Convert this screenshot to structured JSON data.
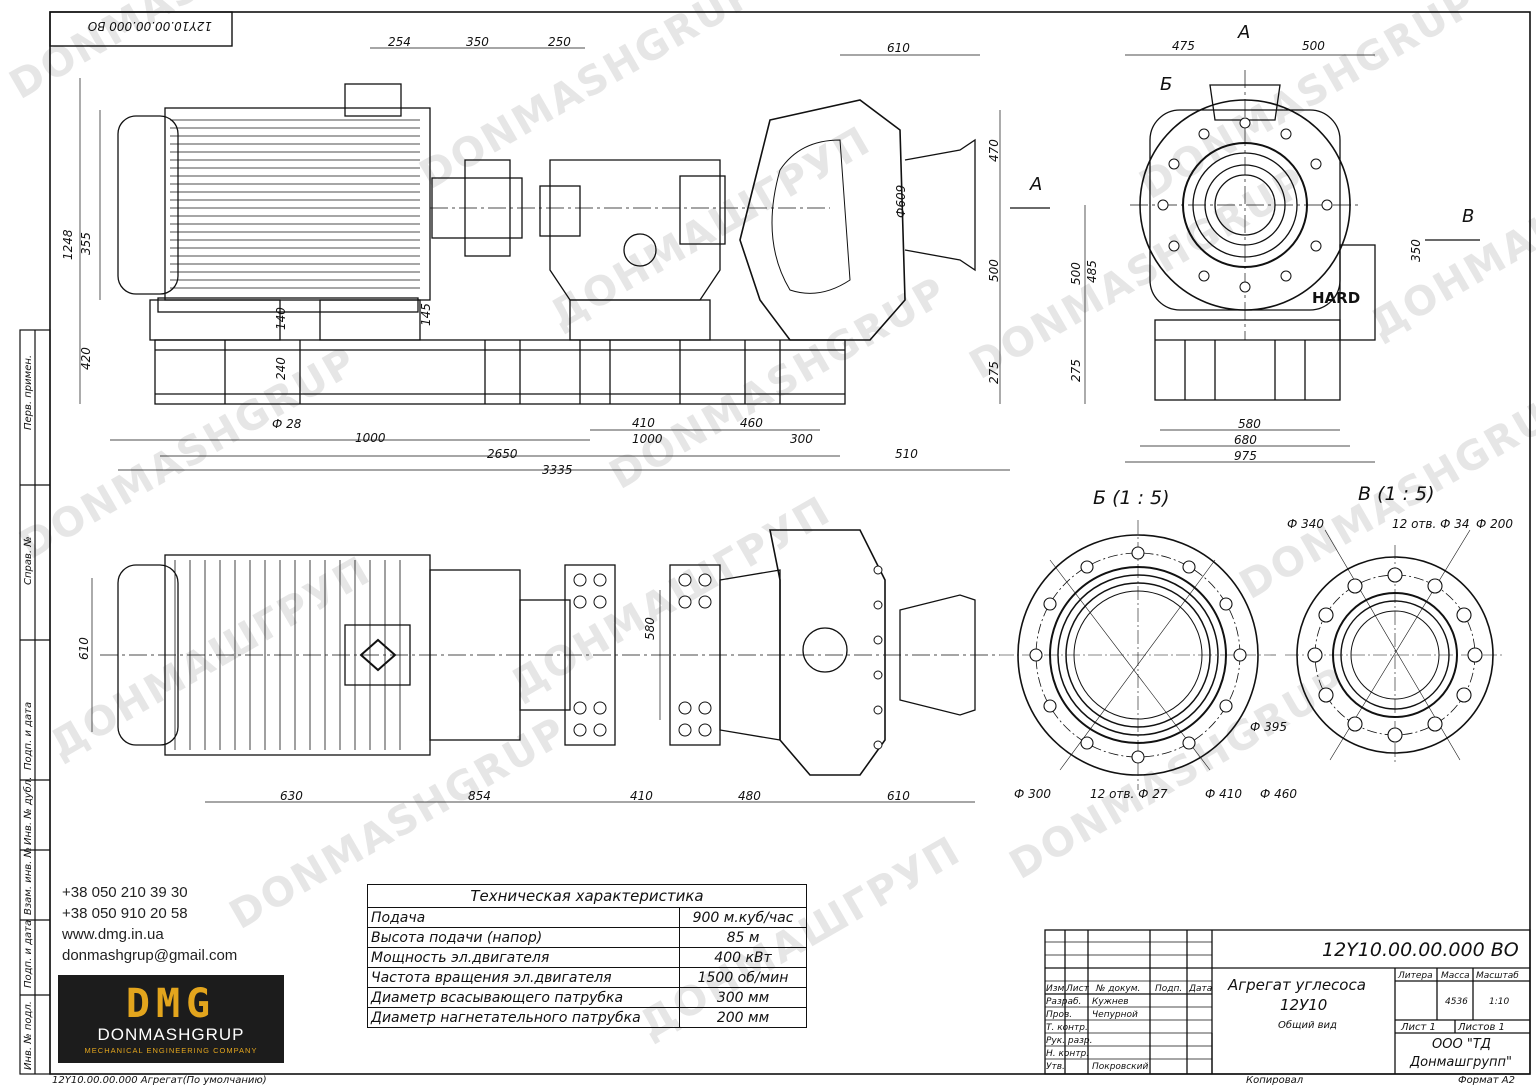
{
  "stamp": "12Y10.00.00.000 ВО",
  "watermarks": [
    "DONMASHGRUP",
    "ДОНМАШГРУП"
  ],
  "side_labels": [
    "Перв. примен.",
    "Справ. №",
    "Подп. и дата",
    "Инв. № дубл.",
    "Взам. инв. №",
    "Подп. и дата",
    "Инв. № подл."
  ],
  "top_dims": {
    "d254": "254",
    "d350": "350",
    "d250": "250",
    "d610": "610",
    "d1248": "1248",
    "d355": "355",
    "d420": "420",
    "d140": "140",
    "d145": "145",
    "d240": "240",
    "d470": "470",
    "d500": "500",
    "d275": "275",
    "d609": "Ф609",
    "d28": "Ф 28",
    "d410": "410",
    "d460": "460",
    "d1000a": "1000",
    "d1000b": "1000",
    "d300": "300",
    "d2650": "2650",
    "d510": "510",
    "d3335": "3335",
    "label_a": "А"
  },
  "right_dims": {
    "view_a": "А",
    "d475": "475",
    "d500t": "500",
    "label_b": "Б",
    "label_v": "В",
    "d500": "500",
    "d485": "485",
    "d350": "350",
    "d275": "275",
    "d580": "580",
    "d680": "680",
    "d975": "975",
    "hard": "HARD"
  },
  "plan_dims": {
    "d610": "610",
    "d580": "580",
    "d630": "630",
    "d854": "854",
    "d410": "410",
    "d480": "480",
    "d610b": "610"
  },
  "detail_b": {
    "title": "Б (1 : 5)",
    "d300": "Ф 300",
    "holes": "12 отв. Ф 27",
    "d410": "Ф 410",
    "d460": "Ф 460"
  },
  "detail_v": {
    "title": "В (1 : 5)",
    "d340": "Ф 340",
    "holes": "12 отв. Ф 34",
    "d200": "Ф 200",
    "d395": "Ф 395"
  },
  "contacts": [
    "+38 050 210 39 30",
    "+38 050 910 20 58",
    "www.dmg.in.ua",
    "donmashgrup@gmail.com"
  ],
  "logo": {
    "mark": "DMG",
    "name": "DONMASHGRUP",
    "tagline": "MECHANICAL ENGINEERING COMPANY"
  },
  "spec": {
    "title": "Техническая характеристика",
    "rows": [
      {
        "k": "Подача",
        "v": "900 м.куб/час"
      },
      {
        "k": "Высота подачи (напор)",
        "v": "85 м"
      },
      {
        "k": "Мощность эл.двигателя",
        "v": "400 кВт"
      },
      {
        "k": "Частота вращения эл.двигателя",
        "v": "1500 об/мин"
      },
      {
        "k": "Диаметр всасывающего патрубка",
        "v": "300 мм"
      },
      {
        "k": "Диаметр нагнетательного патрубка",
        "v": "200 мм"
      }
    ]
  },
  "title_block": {
    "doc_number": "12Y10.00.00.000 ВО",
    "name": "Агрегат углесоса",
    "model": "12У10",
    "view": "Общий вид",
    "h_izm": "Изм",
    "h_list": "Лист",
    "h_dokum": "№ докум.",
    "h_podp": "Подп.",
    "h_data": "Дата",
    "r_razrab": "Разраб.",
    "n_razrab": "Кужнев",
    "r_prov": "Пров.",
    "n_prov": "Чепурной",
    "r_tkontr": "Т. контр.",
    "r_rukrazr": "Рук. разр.",
    "r_nkontr": "Н. контр.",
    "r_utv": "Утв.",
    "n_utv": "Покровский",
    "h_litera": "Литера",
    "h_massa": "Масса",
    "h_masshtab": "Масштаб",
    "massa": "4536",
    "masshtab": "1:10",
    "sheet": "Лист 1",
    "sheets": "Листов 1",
    "company1": "ООО \"ТД",
    "company2": "Донмашгрупп\"",
    "kopiroval": "Копировал",
    "format": "Формат А2"
  },
  "footer_left": "12Y10.00.00.000 Агрегат(По умолчанию)"
}
